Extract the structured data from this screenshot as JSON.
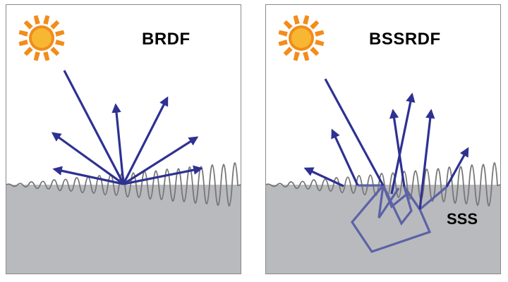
{
  "panels": {
    "left": {
      "title": "BRDF"
    },
    "right": {
      "title": "BSSRDF",
      "region_label": "SSS"
    }
  },
  "colors": {
    "ray": "#2e3192",
    "internal_ray": "#5b62a6",
    "material": "#b9babd",
    "surface_line": "#777777",
    "sun_core": "#f7b733",
    "sun_rays": "#f28c1a"
  },
  "icons": {
    "light_source": "sun-icon"
  }
}
